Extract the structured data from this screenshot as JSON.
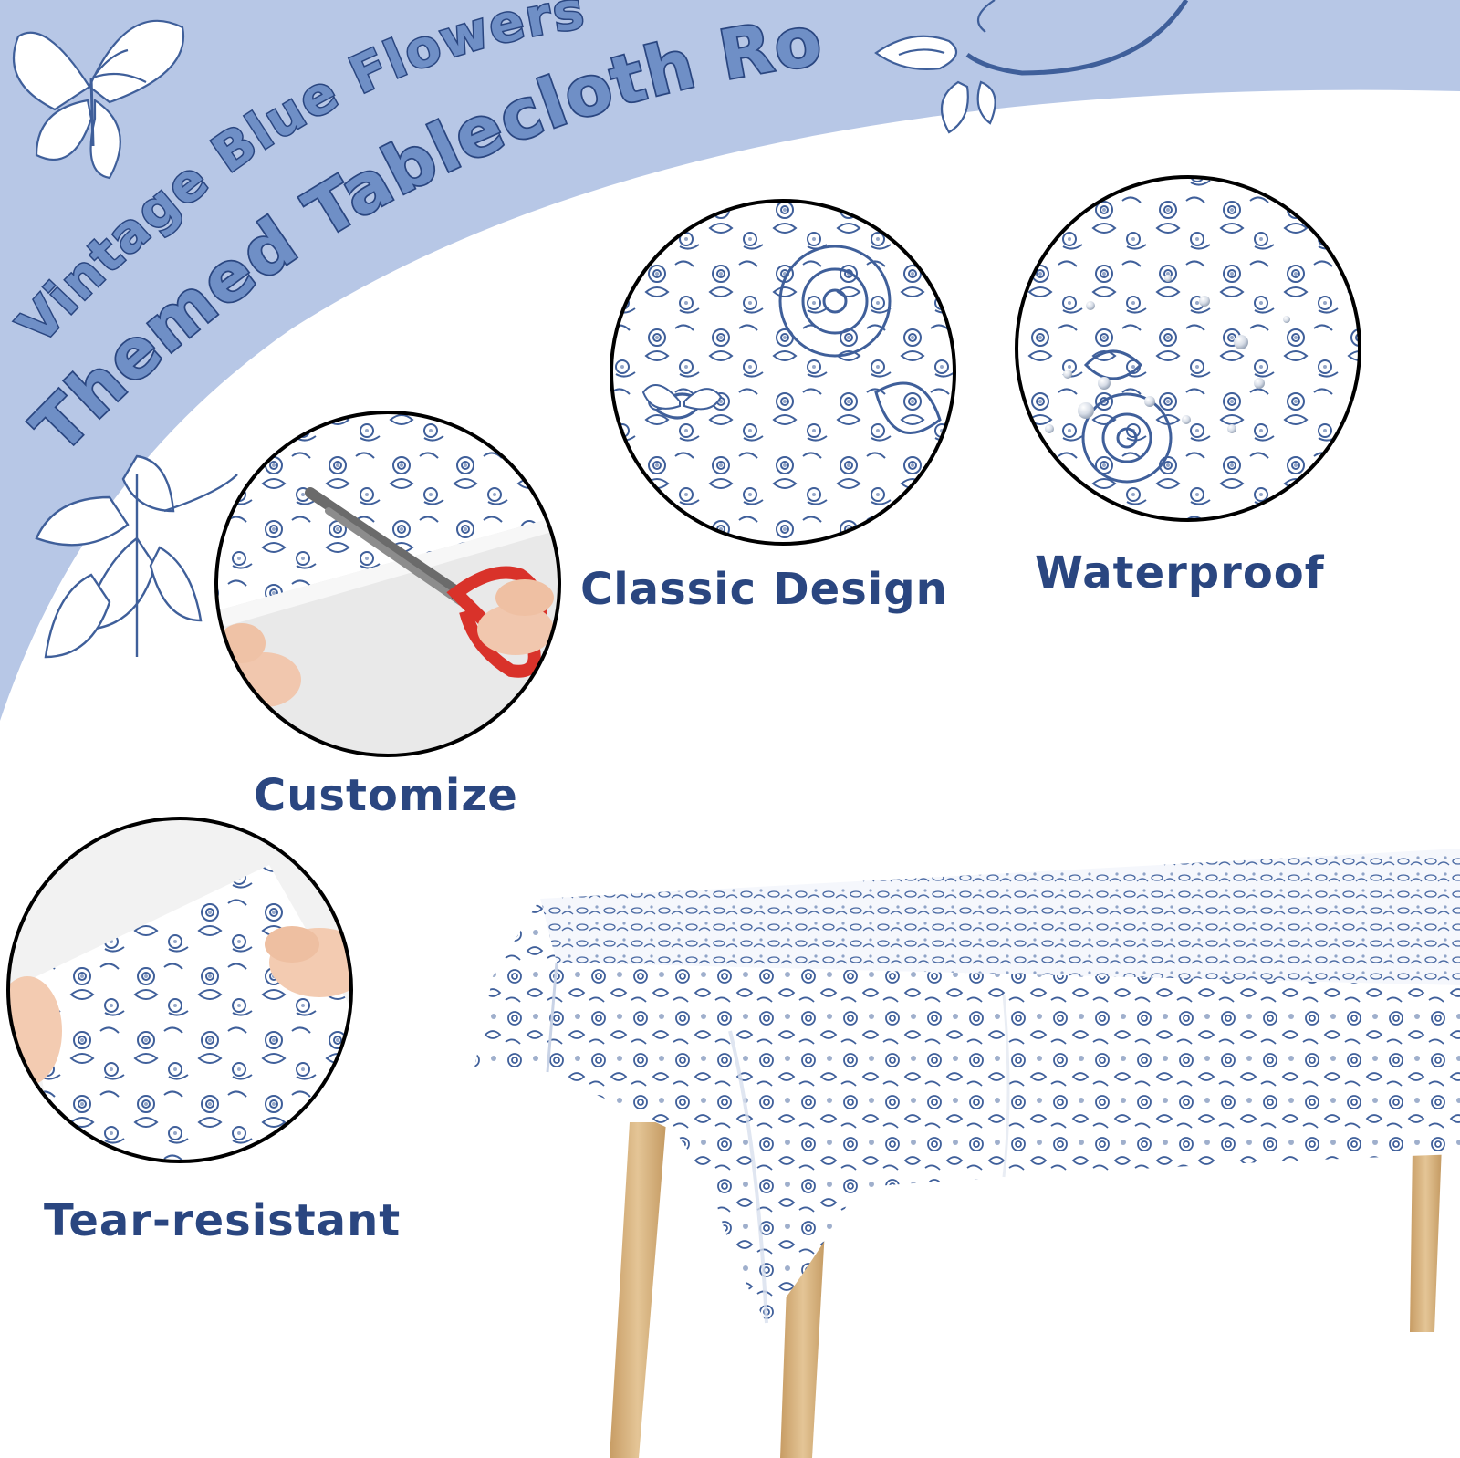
{
  "banner": {
    "line1": "Vintage Blue Flowers",
    "line2": "Themed Tablecloth Roll"
  },
  "features": {
    "classic_design": "Classic Design",
    "waterproof": "Waterproof",
    "customize": "Customize",
    "tear_resistant": "Tear-resistant"
  },
  "colors": {
    "banner_bg": "#b7c7e6",
    "banner_text_fill": "#6f8fc6",
    "title_navy": "#2a4680",
    "floral_blue": "#3f5f9a",
    "scissor_red": "#d9322a",
    "table_leg": "#d9b887"
  }
}
